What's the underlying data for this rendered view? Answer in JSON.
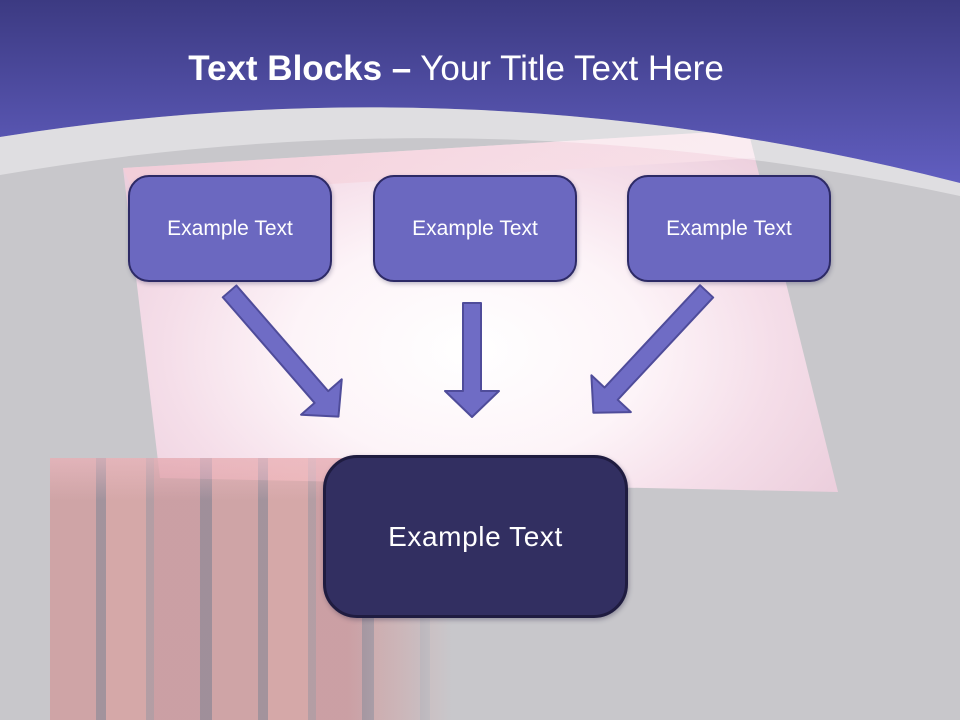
{
  "slide": {
    "title": {
      "emphasis": "Text Blocks –",
      "rest": "Your Title Text Here"
    },
    "blocks": {
      "top": [
        {
          "label": "Example Text"
        },
        {
          "label": "Example Text"
        },
        {
          "label": "Example Text"
        }
      ],
      "center": {
        "label": "Example Text"
      }
    },
    "icons": [
      {
        "name": "arrow-down-right-icon"
      },
      {
        "name": "arrow-down-icon"
      },
      {
        "name": "arrow-down-left-icon"
      }
    ],
    "colors": {
      "header_gradient_top": "#3c3a82",
      "header_gradient_bottom": "#615ec0",
      "curve_band": "rgba(255,255,255,0.42)",
      "block_fill": "#6b68c0",
      "block_border": "#2d2a66",
      "center_block_fill": "#322f61",
      "center_block_border": "#1f1c40",
      "arrow_fill": "#6f6cc5",
      "arrow_outline": "#4f4c9a",
      "background_gray": "#c8c7cb",
      "title_text": "#ffffff"
    }
  }
}
